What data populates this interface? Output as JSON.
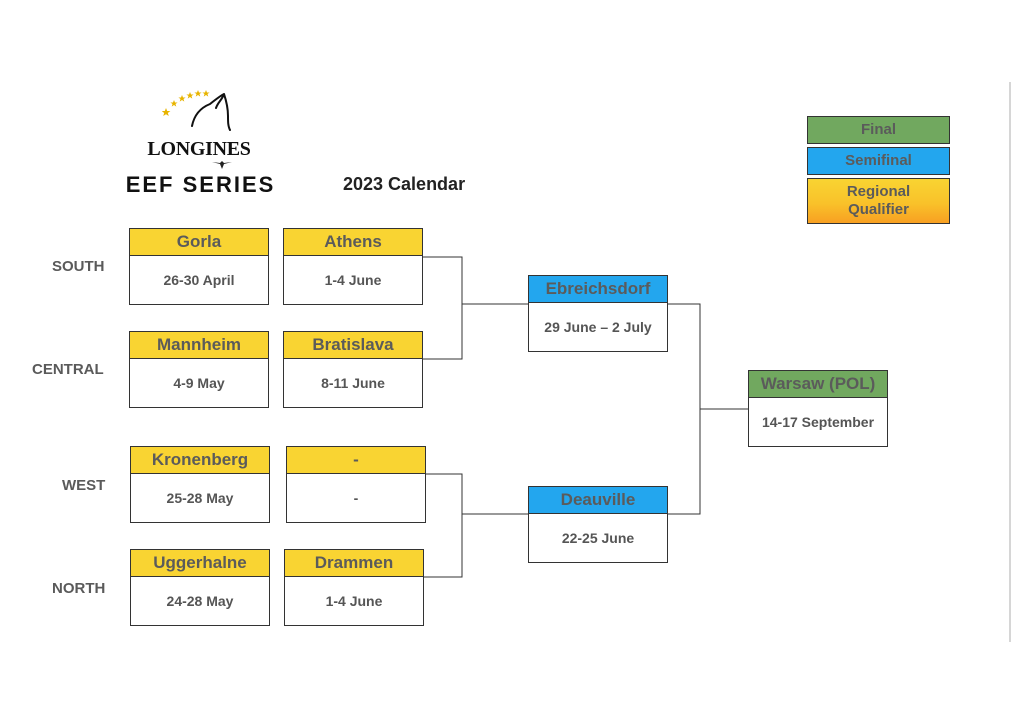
{
  "logo": {
    "brand": "LONGINES",
    "series": "EEF SERIES"
  },
  "title": "2023 Calendar",
  "legend": {
    "final": "Final",
    "semifinal": "Semifinal",
    "regional_qualifier": "Regional\nQualifier"
  },
  "colors": {
    "regional_qualifier": "#f9d432",
    "semifinal": "#23a6ee",
    "final": "#71a85f"
  },
  "regions": {
    "south": "SOUTH",
    "central": "CENTRAL",
    "west": "WEST",
    "north": "NORTH"
  },
  "qualifiers": {
    "gorla": {
      "venue": "Gorla",
      "dates": "26-30 April"
    },
    "athens": {
      "venue": "Athens",
      "dates": "1-4 June"
    },
    "mannheim": {
      "venue": "Mannheim",
      "dates": "4-9 May"
    },
    "bratislava": {
      "venue": "Bratislava",
      "dates": "8-11 June"
    },
    "kronenberg": {
      "venue": "Kronenberg",
      "dates": "25-28 May"
    },
    "west_tbd": {
      "venue": "-",
      "dates": "-"
    },
    "uggerhalne": {
      "venue": "Uggerhalne",
      "dates": "24-28 May"
    },
    "drammen": {
      "venue": "Drammen",
      "dates": "1-4 June"
    }
  },
  "semifinals": {
    "ebreichsdorf": {
      "venue": "Ebreichsdorf",
      "dates": "29 June – 2 July"
    },
    "deauville": {
      "venue": "Deauville",
      "dates": "22-25 June"
    }
  },
  "final": {
    "venue": "Warsaw (POL)",
    "dates": "14-17 September"
  }
}
